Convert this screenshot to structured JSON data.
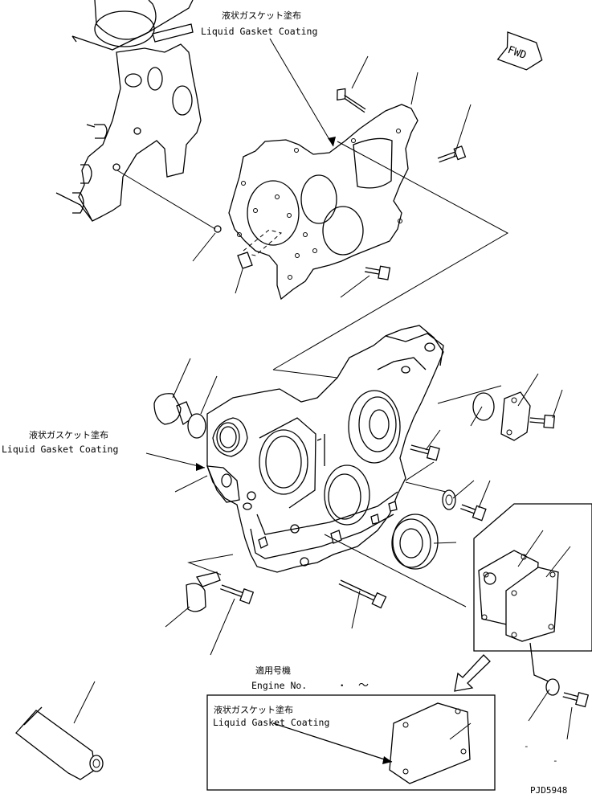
{
  "labels": {
    "top_jp": "液状ガスケット塗布",
    "top_en": "Liquid Gasket Coating",
    "left_jp": "液状ガスケット塗布",
    "left_en": "Liquid Gasket Coating",
    "box_jp": "液状ガスケット塗布",
    "box_en": "Liquid Gasket Coating",
    "fwd": "FWD",
    "applicable_jp": "適用号機",
    "engine_no": "Engine No.",
    "dots": "・",
    "tilde": "～",
    "figure_code": "PJD5948",
    "small_dash_1": "-",
    "small_dash_2": "-"
  },
  "icons": {
    "fwd_arrow": "fwd-arrow-icon",
    "callout_arrow": "callout-arrow-icon"
  }
}
